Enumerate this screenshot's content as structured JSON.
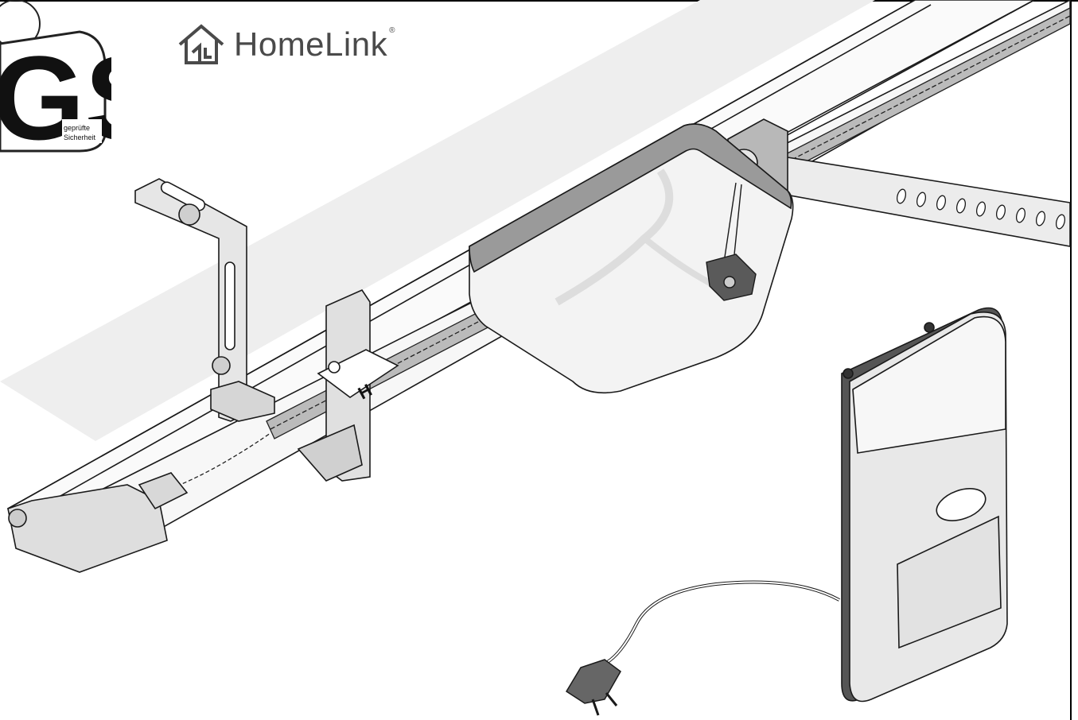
{
  "logo": {
    "brand": "HomeLink",
    "reg_mark": "®"
  },
  "seal": {
    "letters": "GS",
    "caption_line1": "geprüfte",
    "caption_line2": "Sicherheit"
  },
  "rail_marker": "H",
  "colors": {
    "outline": "#1a1a1a",
    "housing_fill": "#f3f3f3",
    "housing_band": "#9a9a9a",
    "metal_fill": "#dcdcdc",
    "rail_fill": "#fafafa",
    "dark_part": "#5a5a5a",
    "shadow_band": "#eeeeee",
    "logo_text": "#4a4a4a"
  },
  "icons": [
    "home-icon",
    "gs-seal-icon",
    "power-plug-icon"
  ]
}
